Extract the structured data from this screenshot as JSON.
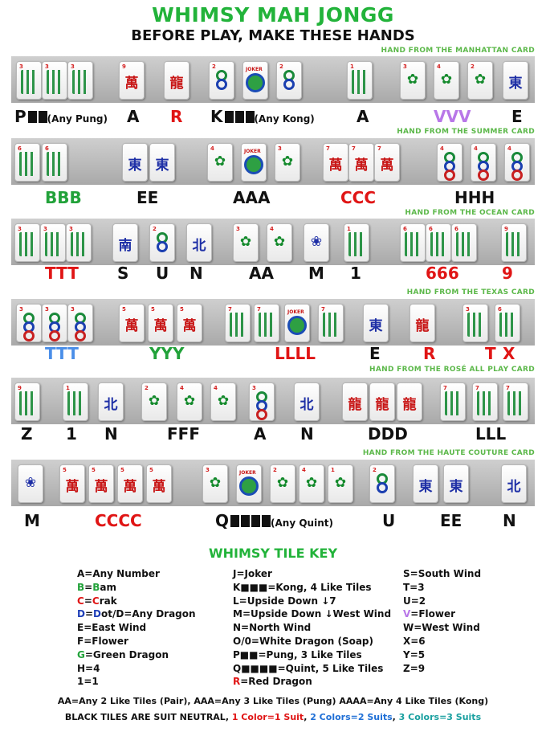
{
  "header": {
    "title": "WHIMSY MAH JONGG",
    "subtitle": "BEFORE PLAY, MAKE THESE HANDS"
  },
  "rows": [
    {
      "note": "HAND FROM THE MANHATTAN CARD",
      "labels": [
        {
          "text": "P",
          "sq": 2,
          "suffix": "(Any Pung)",
          "color": "black"
        },
        {
          "text": "A",
          "color": "black"
        },
        {
          "text": "R",
          "color": "red"
        },
        {
          "text": "K",
          "sq": 3,
          "suffix": "(Any Kong)",
          "color": "black"
        },
        {
          "text": "A",
          "color": "black"
        },
        {
          "text": "VVV",
          "color": "purple"
        },
        {
          "text": "E",
          "color": "black"
        }
      ]
    },
    {
      "note": "HAND FROM THE SUMMER CARD",
      "labels": [
        {
          "text": "BBB",
          "color": "green"
        },
        {
          "text": "EE",
          "color": "black"
        },
        {
          "text": "AAA",
          "color": "black"
        },
        {
          "text": "CCC",
          "color": "red"
        },
        {
          "text": "HHH",
          "color": "black"
        }
      ]
    },
    {
      "note": "HAND FROM THE OCEAN CARD",
      "labels": [
        {
          "text": "TTT",
          "color": "red"
        },
        {
          "text": "S",
          "color": "black"
        },
        {
          "text": "U",
          "color": "black"
        },
        {
          "text": "N",
          "color": "black"
        },
        {
          "text": "AA",
          "color": "black"
        },
        {
          "text": "M",
          "color": "black"
        },
        {
          "text": "1",
          "color": "black"
        },
        {
          "text": "666",
          "color": "red"
        },
        {
          "text": "9",
          "color": "red"
        }
      ]
    },
    {
      "note": "HAND FROM THE TEXAS CARD",
      "labels": [
        {
          "text": "TTT",
          "color": "blue"
        },
        {
          "text": "YYY",
          "color": "green"
        },
        {
          "text": "LLLL",
          "color": "red"
        },
        {
          "text": "E",
          "color": "black"
        },
        {
          "text": "R",
          "color": "red"
        },
        {
          "text": "T",
          "color": "red"
        },
        {
          "text": "X",
          "color": "red"
        }
      ]
    },
    {
      "note": "HAND FROM THE ROSÉ ALL PLAY CARD",
      "labels": [
        {
          "text": "Z",
          "color": "black"
        },
        {
          "text": "1",
          "color": "black"
        },
        {
          "text": "N",
          "color": "black"
        },
        {
          "text": "FFF",
          "color": "black"
        },
        {
          "text": "A",
          "color": "black"
        },
        {
          "text": "N",
          "color": "black"
        },
        {
          "text": "DDD",
          "color": "black"
        },
        {
          "text": "LLL",
          "color": "black"
        }
      ]
    },
    {
      "note": "HAND FROM THE HAUTE COUTURE CARD",
      "labels": [
        {
          "text": "M",
          "color": "black"
        },
        {
          "text": "CCCC",
          "color": "red"
        },
        {
          "text": "Q",
          "sq": 4,
          "suffix": "(Any Quint)",
          "color": "black"
        },
        {
          "text": "U",
          "color": "black"
        },
        {
          "text": "EE",
          "color": "black"
        },
        {
          "text": "N",
          "color": "black"
        }
      ]
    }
  ],
  "tiles": [
    [
      "3 bam",
      "3 bam",
      "3 bam",
      "9 crak",
      "red dragon",
      "2 dot",
      "joker",
      "2 dot",
      "1 bam",
      "3 flower",
      "4 flower",
      "2 flower",
      "east"
    ],
    [
      "6 bam",
      "6 bam",
      "east",
      "east",
      "4 flower",
      "joker",
      "3 flower",
      "7 crak",
      "7 crak",
      "7 crak",
      "4 dot",
      "4 dot",
      "4 dot"
    ],
    [
      "3 bam",
      "3 bam",
      "3 bam",
      "south",
      "2 dot",
      "north",
      "3 flower",
      "4 flower",
      "white",
      "1 bam",
      "6 bam",
      "6 bam",
      "6 bam",
      "9 bam"
    ],
    [
      "3 dot",
      "3 dot",
      "3 dot",
      "5 crak",
      "5 crak",
      "5 crak",
      "7 bam",
      "7 bam",
      "joker",
      "7 bam",
      "east",
      "red dragon",
      "3 bam",
      "6 bam"
    ],
    [
      "9 bam",
      "1 bam",
      "north",
      "2 flower",
      "4 flower",
      "4 flower",
      "3 dot",
      "north",
      "red dragon",
      "red dragon",
      "red dragon",
      "7 bam",
      "7 bam",
      "7 bam"
    ],
    [
      "white",
      "5 crak",
      "5 crak",
      "5 crak",
      "5 crak",
      "3 flower",
      "joker",
      "2 flower",
      "4 flower",
      "1 flower",
      "2 dot",
      "east",
      "east",
      "north"
    ]
  ],
  "key": {
    "title": "WHIMSY TILE KEY",
    "col1": [
      {
        "parts": [
          [
            "A",
            "black"
          ],
          [
            "=Any Number",
            "black"
          ]
        ]
      },
      {
        "parts": [
          [
            "B",
            "green"
          ],
          [
            "=",
            "black"
          ],
          [
            "B",
            "green"
          ],
          [
            "am",
            "black"
          ]
        ]
      },
      {
        "parts": [
          [
            "C",
            "red"
          ],
          [
            "=",
            "black"
          ],
          [
            "C",
            "red"
          ],
          [
            "rak",
            "black"
          ]
        ]
      },
      {
        "parts": [
          [
            "D",
            "blue"
          ],
          [
            "=",
            "black"
          ],
          [
            "D",
            "blue"
          ],
          [
            "ot/D=Any Dragon",
            "black"
          ]
        ]
      },
      {
        "parts": [
          [
            "E=East Wind",
            "black"
          ]
        ]
      },
      {
        "parts": [
          [
            "F=Flower",
            "black"
          ]
        ]
      },
      {
        "parts": [
          [
            "G",
            "green"
          ],
          [
            "=Green Dragon",
            "black"
          ]
        ]
      },
      {
        "parts": [
          [
            "H=4",
            "black"
          ]
        ]
      },
      {
        "parts": [
          [
            "1=1",
            "black"
          ]
        ]
      }
    ],
    "col2": [
      {
        "parts": [
          [
            "J=Joker",
            "black"
          ]
        ]
      },
      {
        "parts": [
          [
            "K",
            "black"
          ],
          [
            "■■■",
            "black"
          ],
          [
            "=Kong, 4 Like Tiles",
            "black"
          ]
        ]
      },
      {
        "parts": [
          [
            "L=Upside Down ↓7",
            "black"
          ]
        ]
      },
      {
        "parts": [
          [
            "M=Upside Down ↓West Wind",
            "black"
          ]
        ]
      },
      {
        "parts": [
          [
            "N=North Wind",
            "black"
          ]
        ]
      },
      {
        "parts": [
          [
            "O/0=White Dragon (Soap)",
            "black"
          ]
        ]
      },
      {
        "parts": [
          [
            "P",
            "black"
          ],
          [
            "■■",
            "black"
          ],
          [
            "=Pung, 3 Like Tiles",
            "black"
          ]
        ]
      },
      {
        "parts": [
          [
            "Q",
            "black"
          ],
          [
            "■■■■",
            "black"
          ],
          [
            "=Quint, 5 Like Tiles",
            "black"
          ]
        ]
      },
      {
        "parts": [
          [
            "R",
            "red"
          ],
          [
            "=Red Dragon",
            "black"
          ]
        ]
      }
    ],
    "col3": [
      {
        "parts": [
          [
            "S=South Wind",
            "black"
          ]
        ]
      },
      {
        "parts": [
          [
            "T=3",
            "black"
          ]
        ]
      },
      {
        "parts": [
          [
            "U=2",
            "black"
          ]
        ]
      },
      {
        "parts": [
          [
            "V",
            "purple"
          ],
          [
            "=Flower",
            "black"
          ]
        ]
      },
      {
        "parts": [
          [
            "W=West Wind",
            "black"
          ]
        ]
      },
      {
        "parts": [
          [
            "X=6",
            "black"
          ]
        ]
      },
      {
        "parts": [
          [
            "Y=5",
            "black"
          ]
        ]
      },
      {
        "parts": [
          [
            "Z=9",
            "black"
          ]
        ]
      }
    ]
  },
  "footer": {
    "line1": "AA=Any 2 Like Tiles (Pair), AAA=Any 3 Like Tiles (Pung) AAAA=Any 4 Like Tiles (Kong)",
    "line2_black": "BLACK TILES ARE SUIT NEUTRAL, ",
    "line2_red": "1 Color=1 Suit",
    "line2_sep1": ", ",
    "line2_blue": "2 Colors=2 Suits",
    "line2_sep2": ", ",
    "line2_green": "3 Colors=3 Suits"
  },
  "colors": {
    "green": "#22a23a",
    "red": "#e01515",
    "blue": "#4a8ee8",
    "purple": "#b877e8",
    "black": "#111111",
    "title_green": "#22b33a",
    "note_green": "#5cb84a"
  }
}
